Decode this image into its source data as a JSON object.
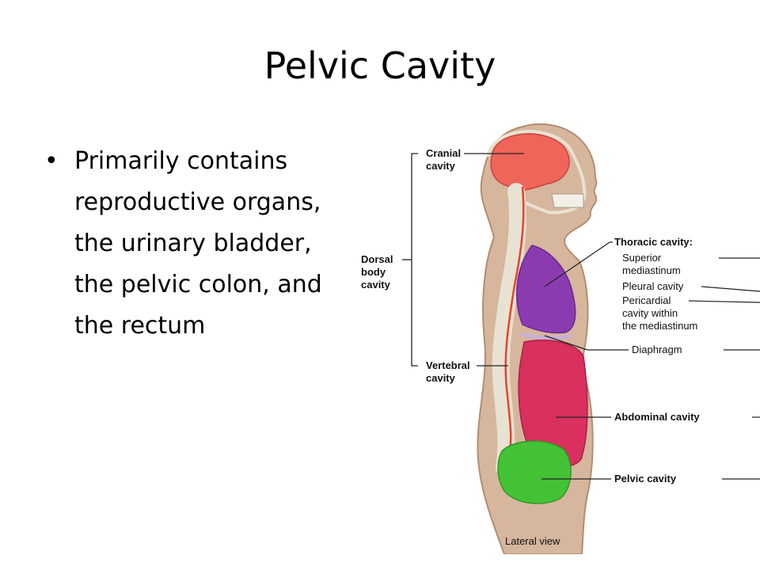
{
  "slide": {
    "title": "Pelvic Cavity",
    "bullet": "Primarily contains\nreproductive organs,\nthe urinary bladder,\nthe pelvic colon, and\nthe rectum"
  },
  "diagram": {
    "labels": {
      "cranial": "Cranial\ncavity",
      "dorsal": "Dorsal\nbody\ncavity",
      "vertebral": "Vertebral\ncavity",
      "thoracic": "Thoracic cavity:",
      "superior": "Superior\n  mediastinum",
      "pleural": "Pleural cavity",
      "pericardial": "Pericardial\n  cavity within\n  the mediastinum",
      "diaphragm": "Diaphragm",
      "abdominal": "Abdominal cavity",
      "pelvic": "Pelvic cavity",
      "view": "Lateral view"
    },
    "colors": {
      "skin": "#d6b69d",
      "skin_dark": "#b48d72",
      "cranial": "#f0655a",
      "thoracic": "#8a3bb0",
      "abdominal": "#d9305e",
      "pelvic": "#44c236",
      "spine": "#e8e2d2",
      "spinal_cord": "#e8412f"
    }
  }
}
